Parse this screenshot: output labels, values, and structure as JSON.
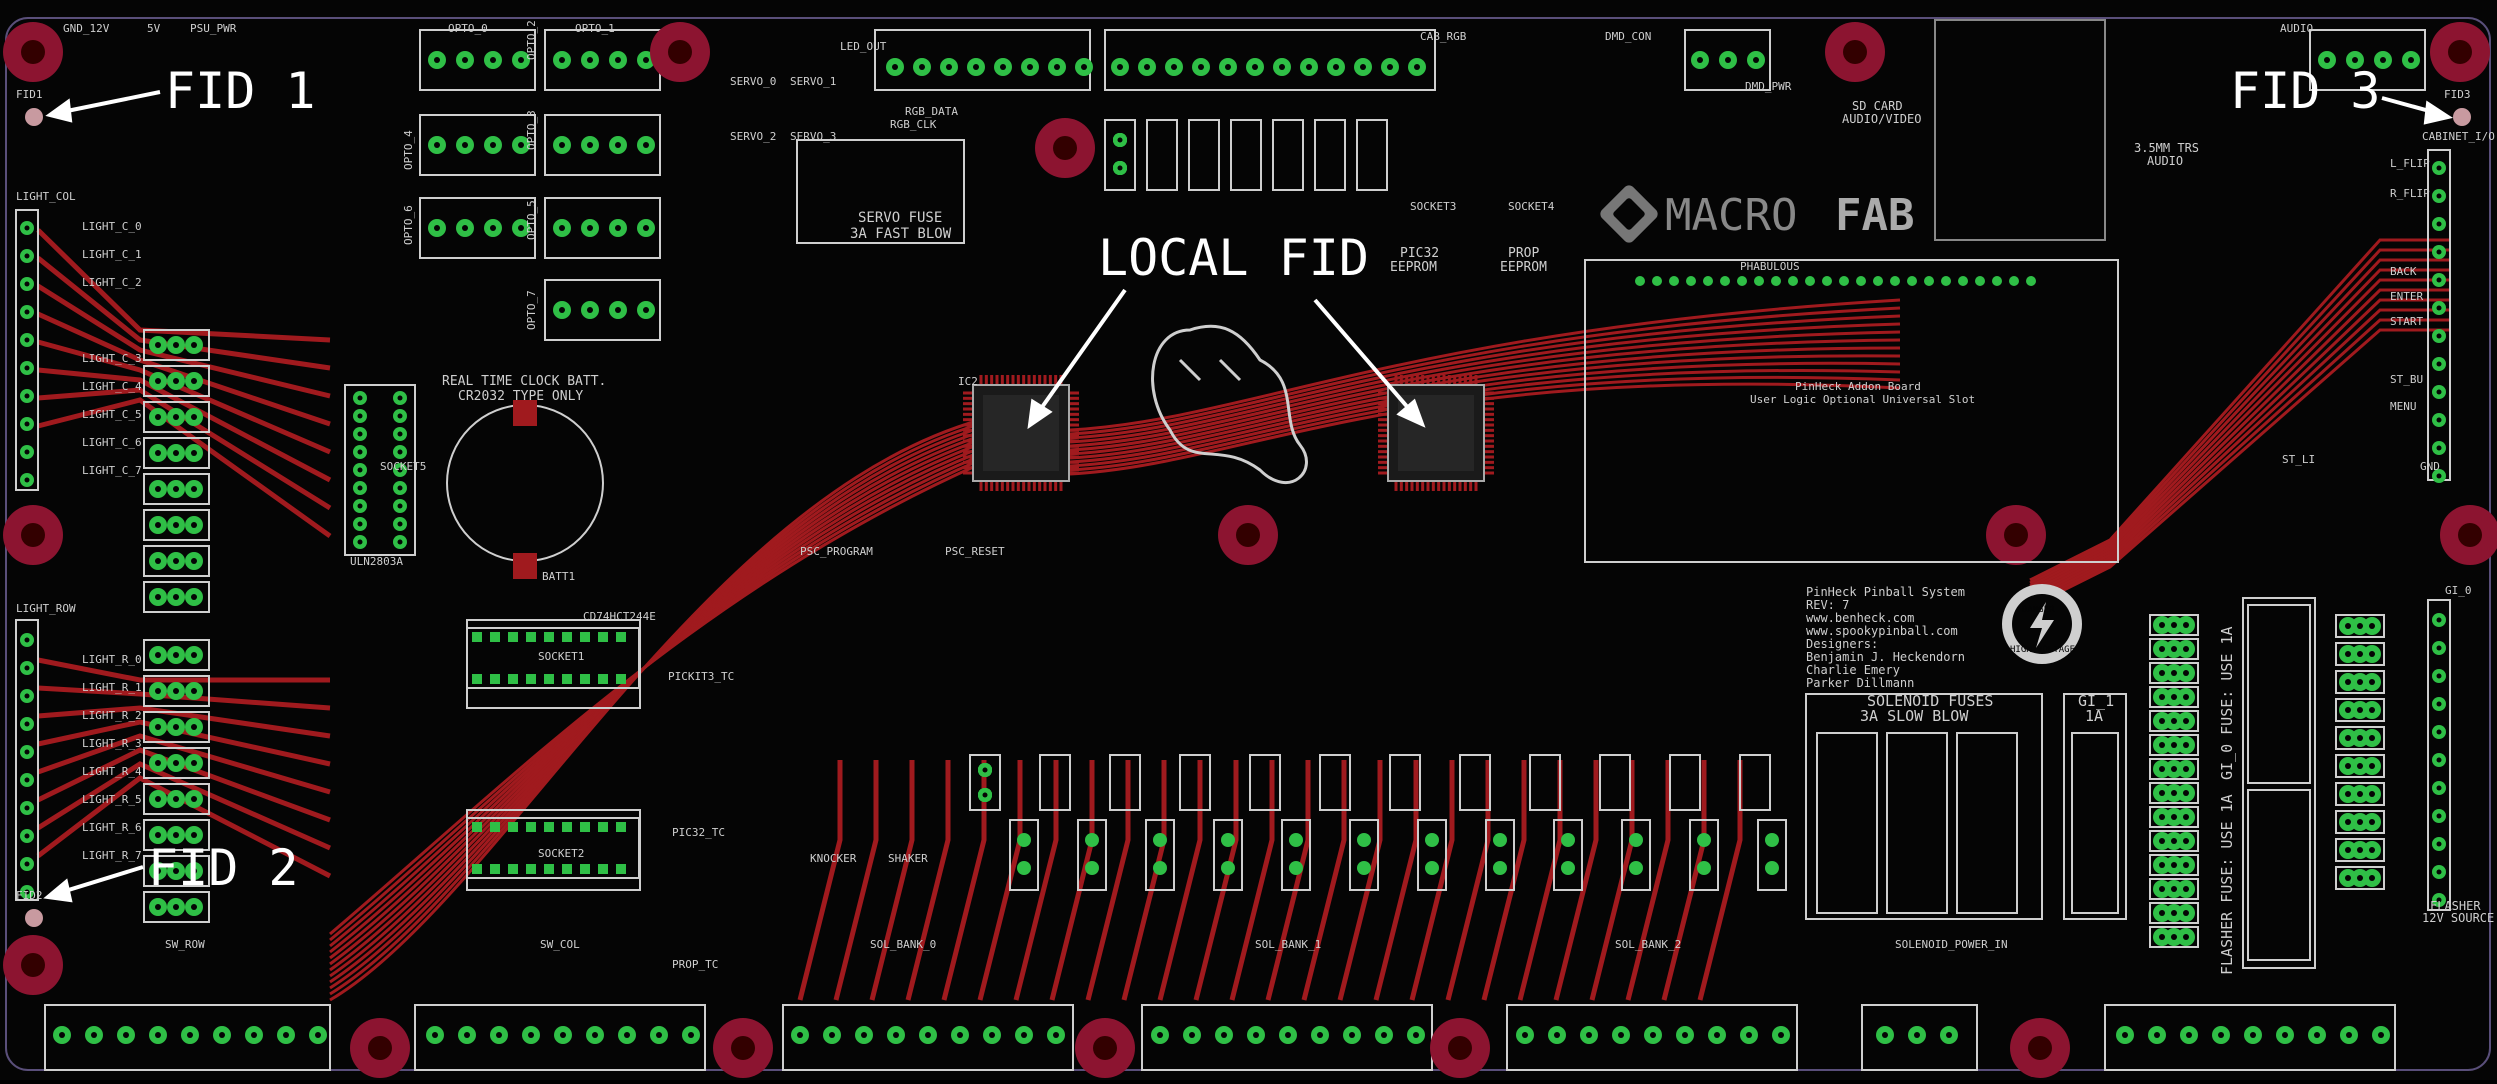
{
  "fiducials": {
    "fid1": {
      "label": "FID 1",
      "silk": "FID1"
    },
    "fid2": {
      "label": "FID 2",
      "silk": "FID2"
    },
    "fid3": {
      "label": "FID 3",
      "silk": "FID3"
    },
    "local": {
      "label": "LOCAL FID"
    }
  },
  "logo": {
    "part1": "MACRO",
    "part2": "FAB"
  },
  "notes": {
    "servo_fuse": [
      "SERVO FUSE",
      "3A FAST BLOW"
    ],
    "rtc": [
      "REAL TIME CLOCK BATT.",
      "CR2032 TYPE ONLY"
    ],
    "solenoid_fuses": [
      "SOLENOID FUSES",
      "3A SLOW BLOW"
    ],
    "gi1": [
      "GI_1",
      "1A"
    ],
    "gi0_fuse": "GI_0 FUSE: USE 1A",
    "flasher_fuse": "FLASHER FUSE: USE 1A",
    "flasher_src": [
      "FLASHER",
      "12V SOURCE"
    ],
    "sd": [
      "SD CARD",
      "AUDIO/VIDEO"
    ],
    "trs": [
      "3.5MM TRS",
      "AUDIO"
    ],
    "pic32_eeprom": [
      "PIC32",
      "EEPROM"
    ],
    "prop_eeprom": [
      "PROP",
      "EEPROM"
    ],
    "addon": [
      "PinHeck Addon Board",
      "User Logic Optional Universal Slot"
    ],
    "credits": [
      "PinHeck Pinball System",
      "REV: 7",
      "www.benheck.com",
      "www.spookypinball.com",
      "Designers:",
      "Benjamin J. Heckendorn",
      "Charlie Emery",
      "Parker Dillmann"
    ],
    "danger": [
      "DANGER",
      "HIGH VOLTAGE"
    ]
  },
  "headers": {
    "top": [
      "GND_12V",
      "5V",
      "PSU_PWR",
      "OPTO_0",
      "OPTO_1",
      "SERVO_0",
      "SERVO_1",
      "SERVO_2",
      "SERVO_3",
      "LED_OUT",
      "RGB_DATA",
      "RGB_CLK",
      "CAB_RGB",
      "DMD_CON",
      "DMD_PWR",
      "AUDIO"
    ],
    "left": [
      "LIGHT_COL",
      "LIGHT_ROW"
    ],
    "right": [
      "CABINET_I/O",
      "GI_0"
    ],
    "bottom": [
      "SW_ROW",
      "SW_COL",
      "SOL_BANK_0",
      "SOL_BANK_1",
      "SOL_BANK_2",
      "SOLENOID_POWER_IN"
    ],
    "misc": [
      "KNOCKER",
      "SHAKER",
      "PIC32_TC",
      "PROP_TC",
      "PICKIT3_TC",
      "SOCKET1",
      "SOCKET2",
      "SOCKET3",
      "SOCKET4",
      "SOCKET5",
      "ULN2803A",
      "CD74HCT244E",
      "BATT1",
      "IC2",
      "PSC_PROGRAM",
      "PSC_RESET",
      "PHABULOUS",
      "ST_LI"
    ]
  },
  "opto": [
    "OPTO_2",
    "OPTO_3",
    "OPTO_4",
    "OPTO_5",
    "OPTO_6",
    "OPTO_7"
  ],
  "light_col_pins": [
    "LIGHT_C_0",
    "LIGHT_C_1",
    "LIGHT_C_2",
    "LIGHT_C_3",
    "LIGHT_C_4",
    "LIGHT_C_5",
    "LIGHT_C_6",
    "LIGHT_C_7"
  ],
  "light_row_pins": [
    "LIGHT_R_0",
    "LIGHT_R_1",
    "LIGHT_R_2",
    "LIGHT_R_3",
    "LIGHT_R_4",
    "LIGHT_R_5",
    "LIGHT_R_6",
    "LIGHT_R_7"
  ],
  "cab_pins": [
    "L_FLIP",
    "R_FLIP",
    "BACK",
    "ENTER",
    "START",
    "ST_BU",
    "MENU",
    "GND"
  ],
  "colors": {
    "board": "#050505",
    "trace": "#a01a1e",
    "pad": "#2fbf46",
    "silk": "#cfcfcf",
    "hole": "#8c1430"
  }
}
